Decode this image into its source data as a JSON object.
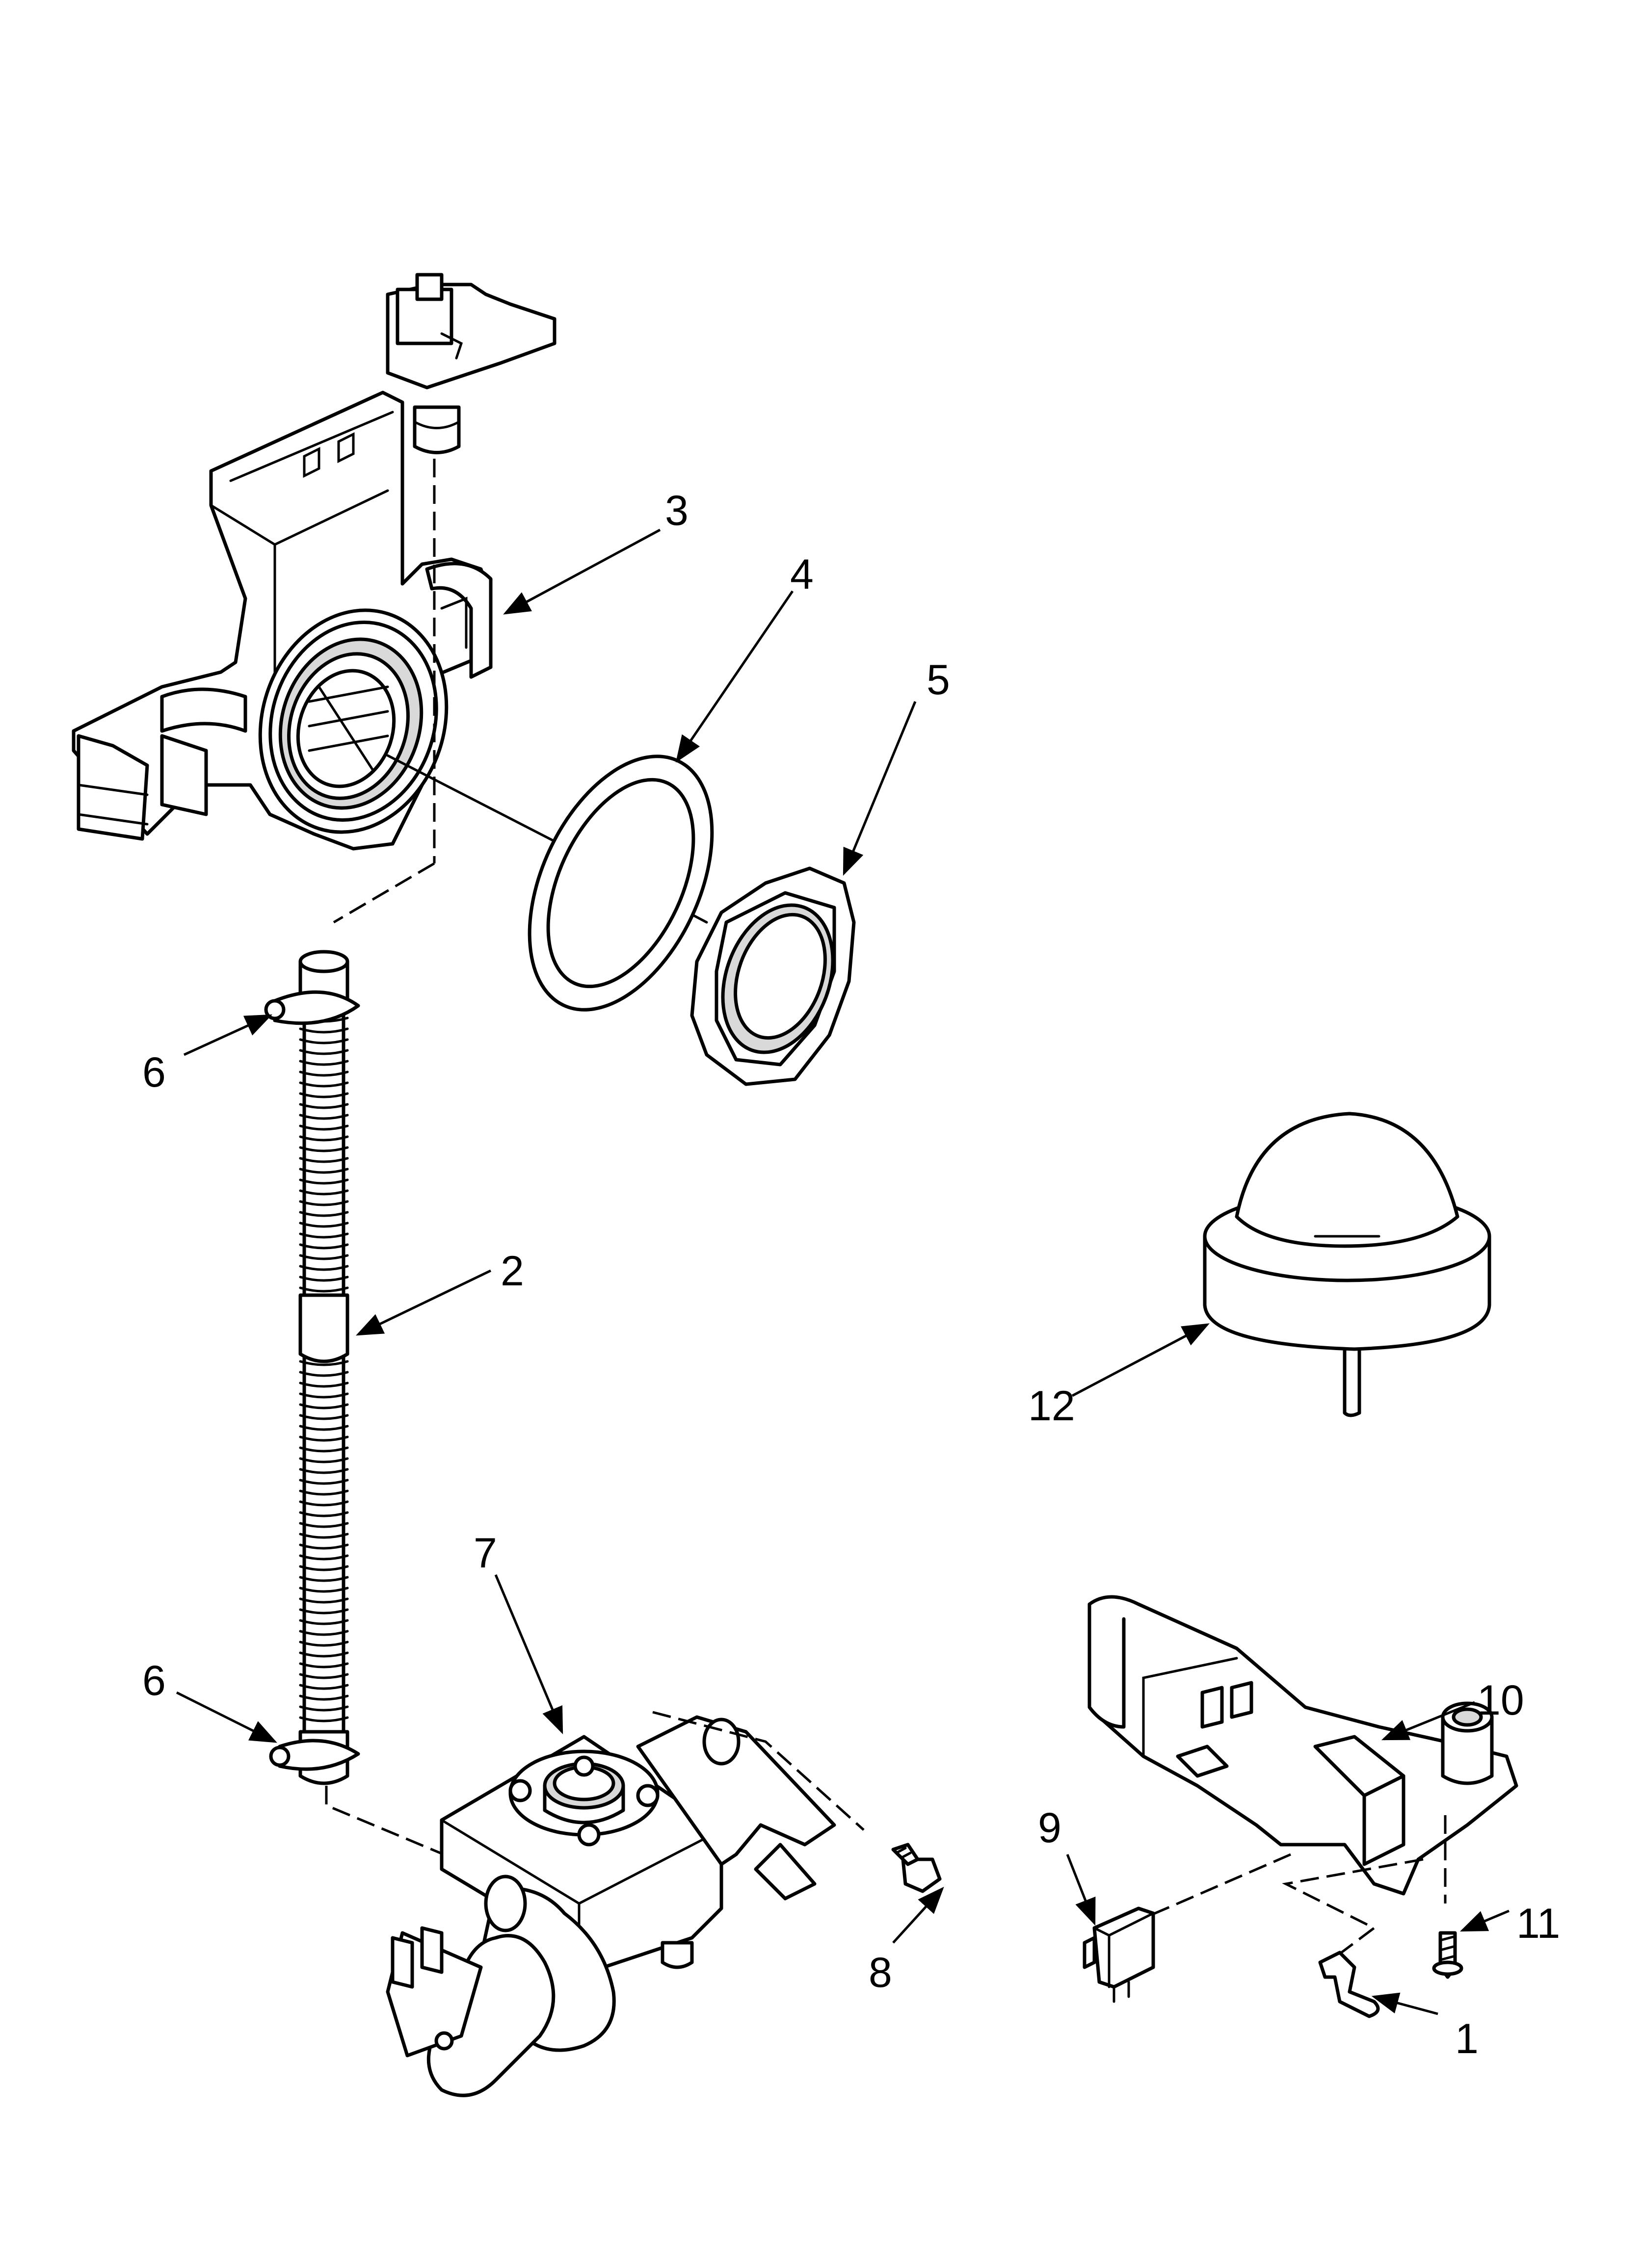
{
  "callouts": {
    "c1": "1",
    "c2": "2",
    "c3": "3",
    "c4": "4",
    "c5": "5",
    "c6a": "6",
    "c6b": "6",
    "c7": "7",
    "c8": "8",
    "c9": "9",
    "c10": "10",
    "c11": "11",
    "c12": "12"
  }
}
